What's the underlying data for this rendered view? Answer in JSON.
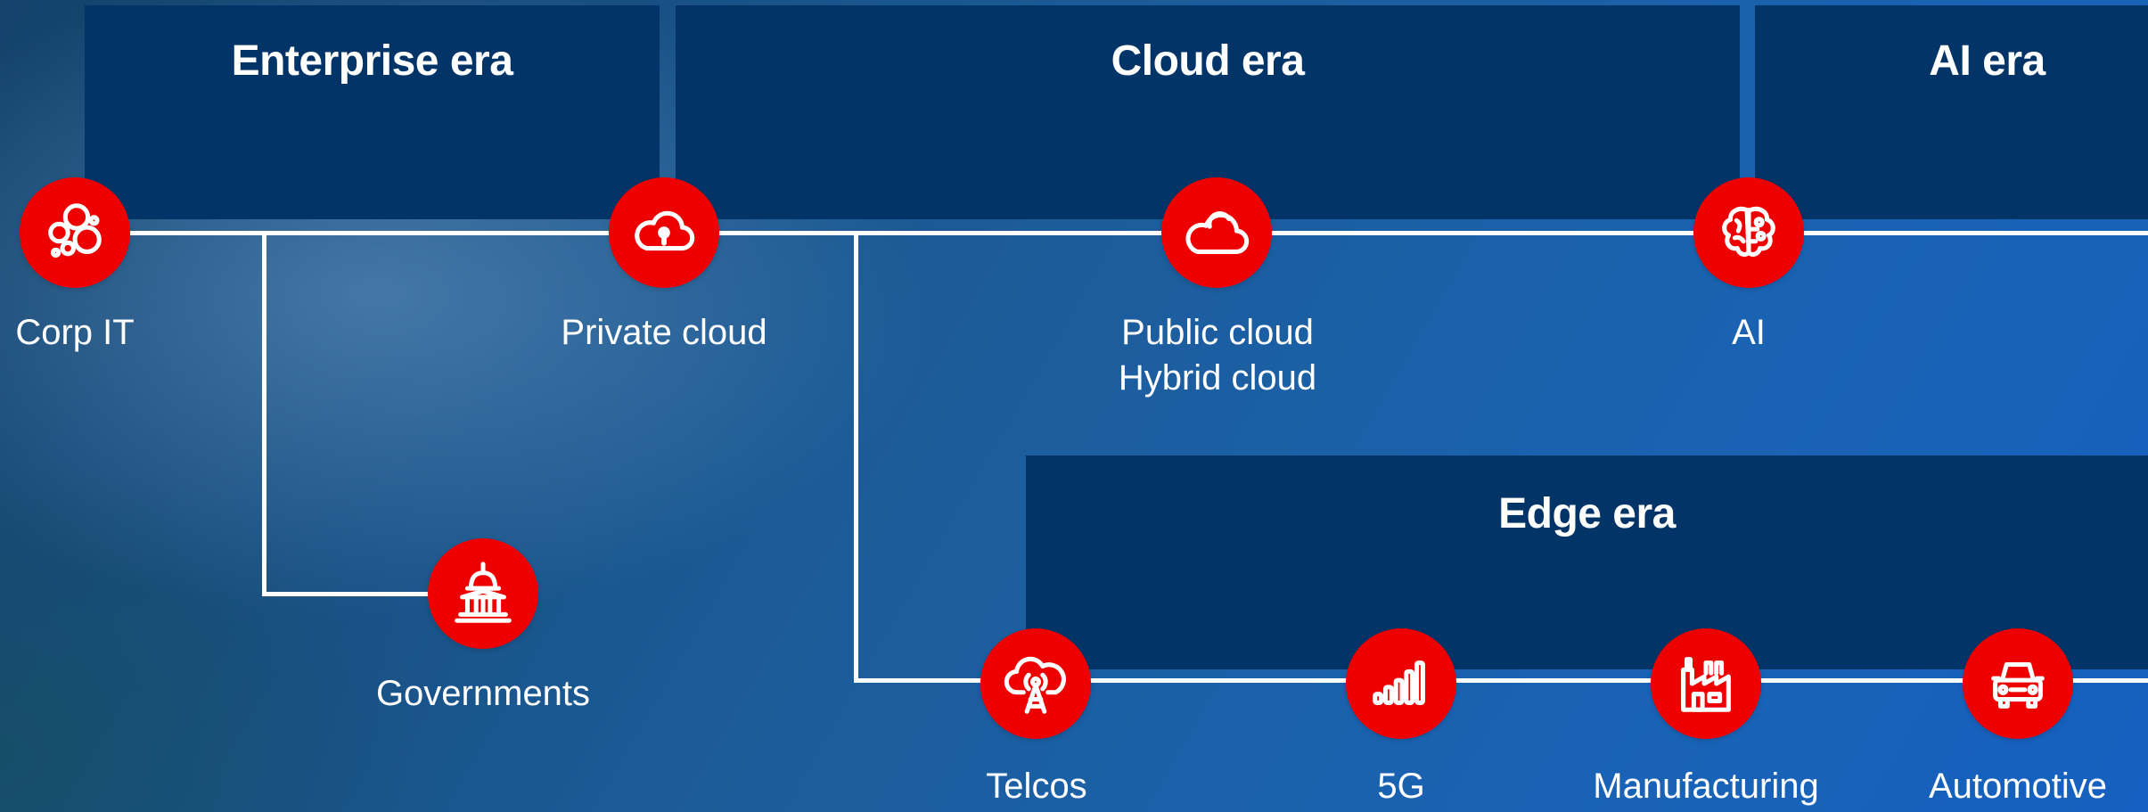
{
  "eras": {
    "enterprise": "Enterprise era",
    "cloud": "Cloud era",
    "ai": "AI era",
    "edge": "Edge era"
  },
  "nodes": {
    "corp_it": {
      "label": "Corp IT",
      "icon": "bubbles-icon"
    },
    "governments": {
      "label": "Governments",
      "icon": "capitol-building-icon"
    },
    "private_cloud": {
      "label": "Private cloud",
      "icon": "cloud-lock-icon"
    },
    "public_cloud": {
      "label_line1": "Public cloud",
      "label_line2": "Hybrid cloud",
      "icon": "cloud-icon"
    },
    "ai": {
      "label": "AI",
      "icon": "brain-icon"
    },
    "telcos": {
      "label": "Telcos",
      "icon": "cloud-antenna-icon"
    },
    "five_g": {
      "label": "5G",
      "icon": "signal-bars-icon"
    },
    "manufacturing": {
      "label": "Manufacturing",
      "icon": "factory-icon"
    },
    "automotive": {
      "label": "Automotive",
      "icon": "car-icon"
    }
  },
  "colors": {
    "node_red": "#ee0000",
    "era_box_navy": "#033468",
    "line_white": "#ffffff"
  }
}
